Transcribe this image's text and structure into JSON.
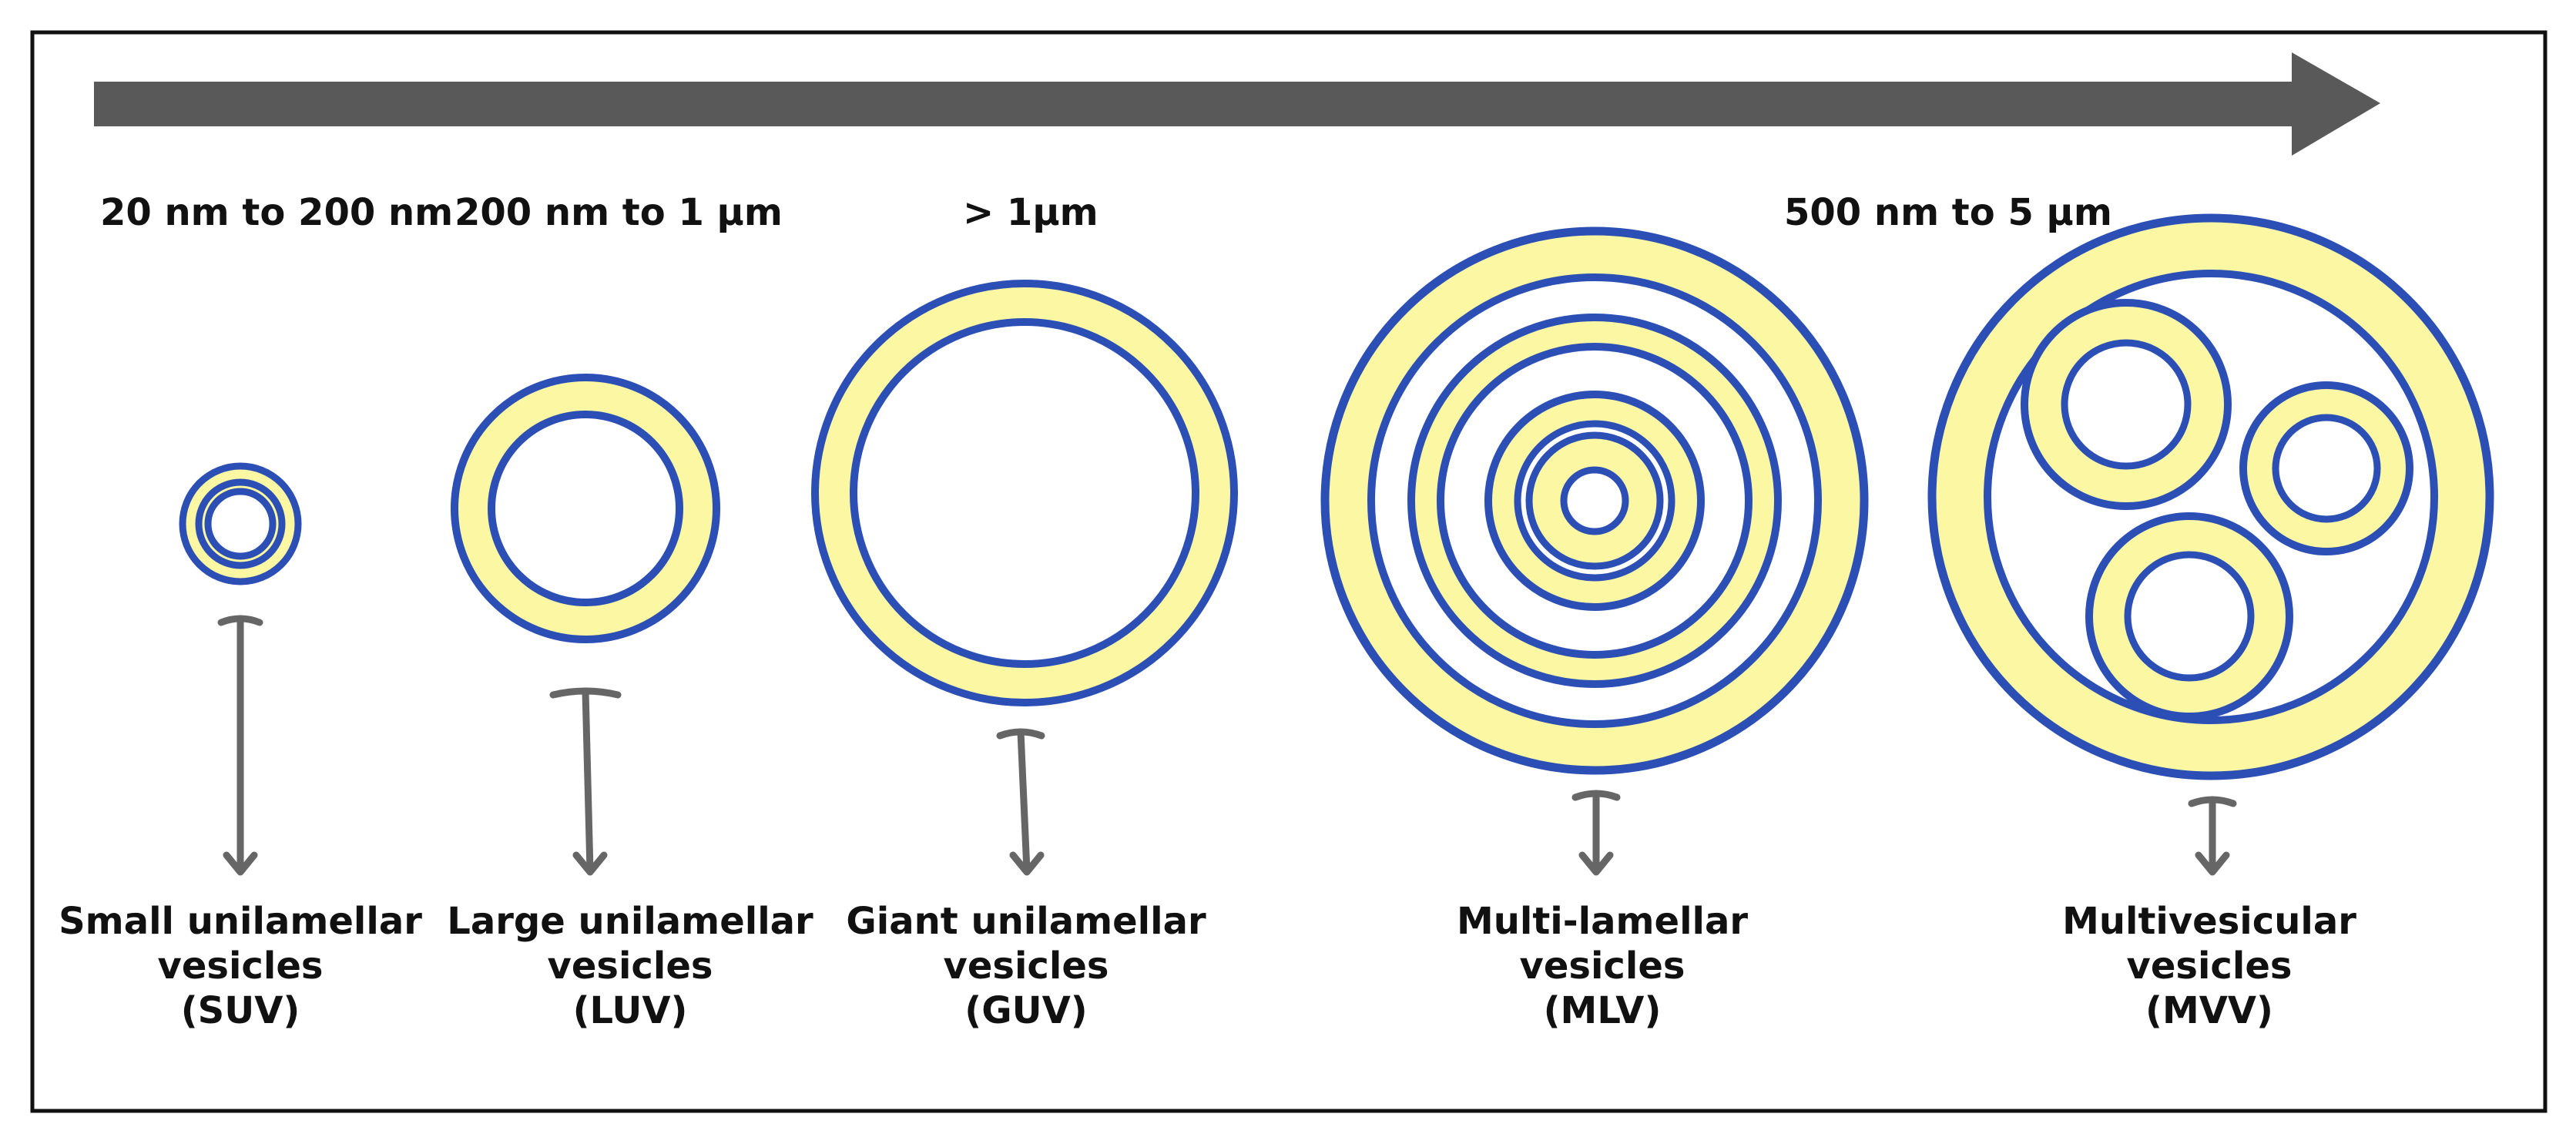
{
  "colors": {
    "frame": "#111111",
    "arrow": "#595959",
    "membrane": "#2b4fb5",
    "lipid_fill": "#fbf7a2",
    "pointer": "#666666"
  },
  "size_labels": {
    "suv": "20 nm to 200 nm",
    "luv": "200 nm to 1 µm",
    "guv": "> 1µm",
    "mlv_mvv": "500 nm to 5 µm"
  },
  "vesicles": [
    {
      "id": "suv",
      "lines": [
        "Small unilamellar",
        "vesicles",
        "(SUV)"
      ]
    },
    {
      "id": "luv",
      "lines": [
        "Large unilamellar",
        "vesicles",
        "(LUV)"
      ]
    },
    {
      "id": "guv",
      "lines": [
        "Giant unilamellar",
        "vesicles",
        "(GUV)"
      ]
    },
    {
      "id": "mlv",
      "lines": [
        "Multi-lamellar",
        "vesicles",
        "(MLV)"
      ]
    },
    {
      "id": "mvv",
      "lines": [
        "Multivesicular",
        "vesicles",
        "(MVV)"
      ]
    }
  ]
}
